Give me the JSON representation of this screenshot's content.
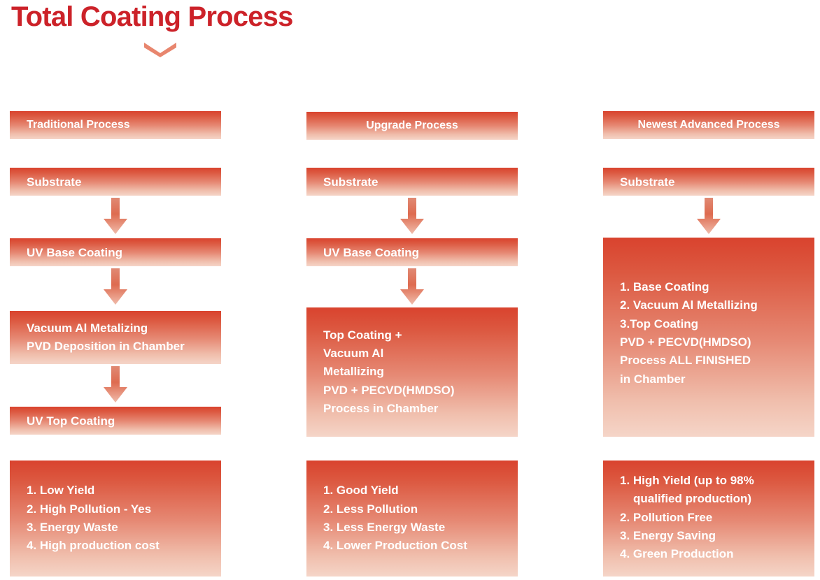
{
  "title": "Total Coating Process",
  "title_accent_icon": "chevron-down-accent",
  "colors": {
    "title": "#CC2229",
    "box_gradient_top": "#D9432E",
    "box_gradient_bottom": "#F5D5C8",
    "arrow": "#E0745C",
    "text": "#FFFFFF"
  },
  "columns": [
    {
      "id": "traditional",
      "header": "Traditional Process",
      "header_align": "left",
      "steps": [
        {
          "type": "box",
          "lines": [
            "Substrate"
          ]
        },
        {
          "type": "arrow",
          "icon": "arrow-down-icon"
        },
        {
          "type": "box",
          "lines": [
            "UV Base Coating"
          ]
        },
        {
          "type": "arrow",
          "icon": "arrow-down-icon"
        },
        {
          "type": "box",
          "lines": [
            "Vacuum Al Metalizing",
            "PVD Deposition in Chamber"
          ]
        },
        {
          "type": "arrow",
          "icon": "arrow-down-icon"
        },
        {
          "type": "box",
          "lines": [
            "UV Top Coating"
          ]
        }
      ],
      "results": [
        "1. Low Yield",
        "2. High Pollution - Yes",
        "3. Energy Waste",
        "4. High production cost"
      ]
    },
    {
      "id": "upgrade",
      "header": "Upgrade Process",
      "header_align": "center",
      "steps": [
        {
          "type": "box",
          "lines": [
            "Substrate"
          ]
        },
        {
          "type": "arrow",
          "icon": "arrow-down-icon"
        },
        {
          "type": "box",
          "lines": [
            "UV Base Coating"
          ]
        },
        {
          "type": "arrow",
          "icon": "arrow-down-icon"
        },
        {
          "type": "box",
          "lines": [
            "Top Coating +",
            "Vacuum Al",
            "Metallizing",
            "PVD + PECVD(HMDSO)",
            "Process in Chamber"
          ]
        }
      ],
      "results": [
        "1. Good Yield",
        "2. Less Pollution",
        "3. Less Energy Waste",
        "4. Lower Production Cost"
      ]
    },
    {
      "id": "newest-advanced",
      "header": "Newest Advanced Process",
      "header_align": "center",
      "steps": [
        {
          "type": "box",
          "lines": [
            "Substrate"
          ]
        },
        {
          "type": "arrow",
          "icon": "arrow-down-icon"
        },
        {
          "type": "box",
          "lines": [
            "1. Base Coating",
            "2. Vacuum Al Metallizing",
            "3.Top Coating",
            "PVD + PECVD(HMDSO)",
            "Process ALL FINISHED",
            "in Chamber"
          ]
        }
      ],
      "results": [
        "1. High Yield (up to 98%",
        "qualified production)",
        "2. Pollution Free",
        "3. Energy Saving",
        "4. Green Production"
      ]
    }
  ]
}
